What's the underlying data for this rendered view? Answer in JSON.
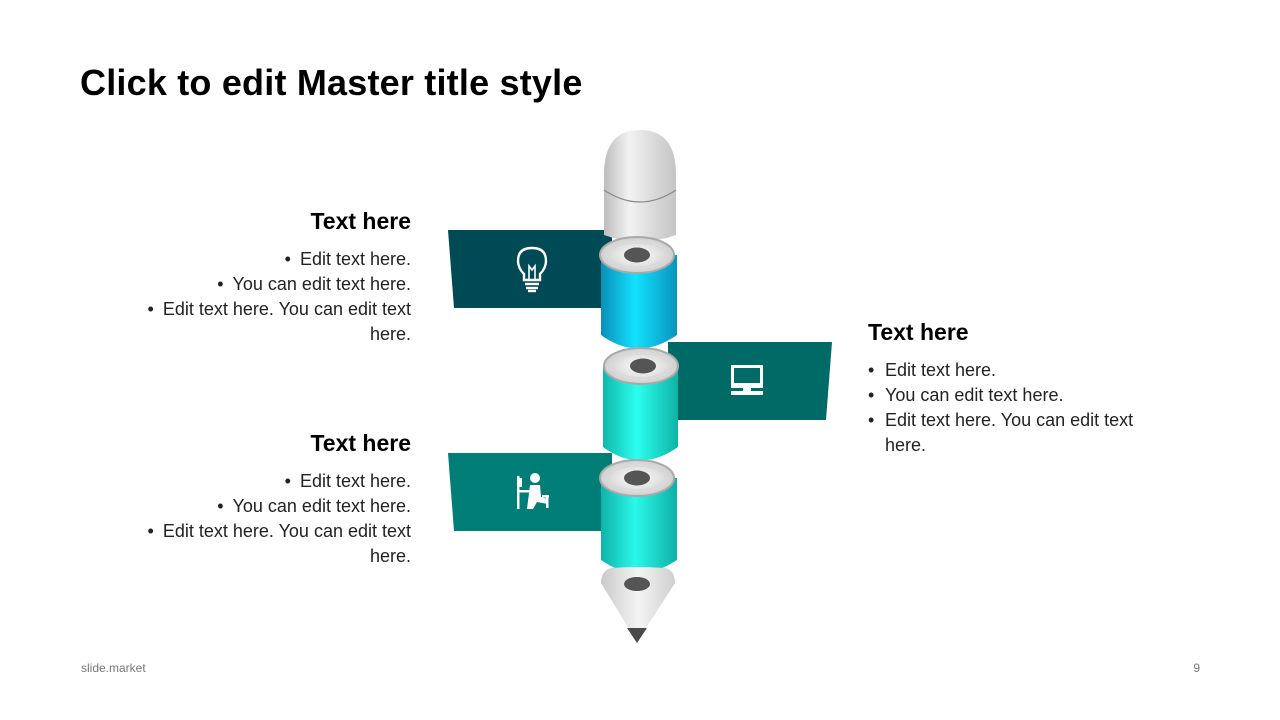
{
  "slide": {
    "title": "Click to edit Master title style"
  },
  "blocks": [
    {
      "heading": "Text here",
      "bullets": [
        "Edit text here.",
        "You can edit text here.",
        "Edit text here. You can edit text here."
      ],
      "icon": "lightbulb-icon",
      "banner_color": "#004a55"
    },
    {
      "heading": "Text here",
      "bullets": [
        "Edit text here.",
        "You can edit text here.",
        "Edit text here. You can edit text here."
      ],
      "icon": "computer-monitor-icon",
      "banner_color": "#006b66"
    },
    {
      "heading": "Text here",
      "bullets": [
        "Edit text here.",
        "You can edit text here.",
        "Edit text here. You can edit text here."
      ],
      "icon": "person-at-desk-icon",
      "banner_color": "#007d77"
    }
  ],
  "colors": {
    "segment_top": "#0fd6f6",
    "segment_middle": "#1ef5df",
    "segment_bottom": "#19ecdc",
    "eraser": "#dcdcdc",
    "tip": "#e6e6e6"
  },
  "footer": {
    "brand": "slide.market",
    "page_number": "9"
  }
}
